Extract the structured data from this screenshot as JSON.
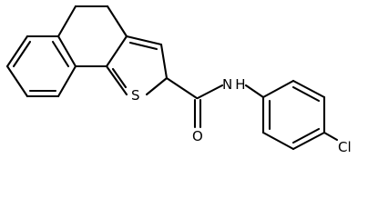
{
  "structure": {
    "atoms": {
      "sulfur": "S",
      "oxygen": "O",
      "nitrogen_h": "N H",
      "chlorine": "Cl"
    }
  }
}
